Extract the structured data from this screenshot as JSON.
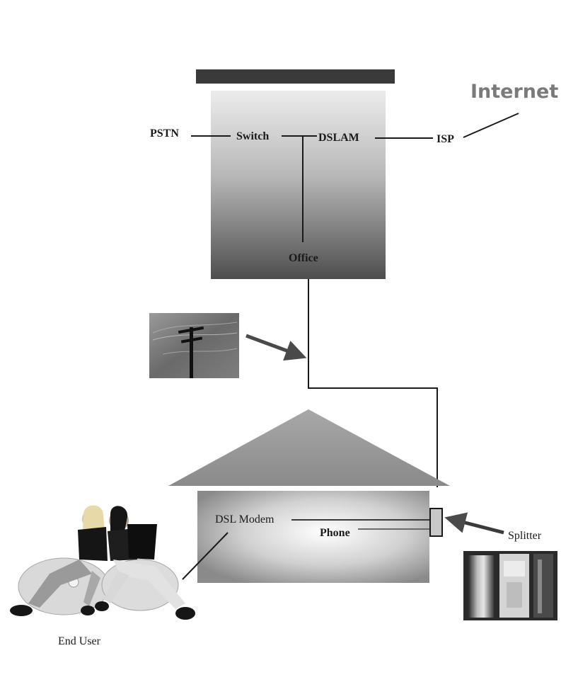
{
  "diagram": {
    "internet_label": "Internet",
    "pstn_label": "PSTN",
    "switch_label": "Switch",
    "dslam_label": "DSLAM",
    "isp_label": "ISP",
    "office_label": "Office",
    "dsl_modem_label": "DSL Modem",
    "phone_label": "Phone",
    "splitter_label": "Splitter",
    "end_user_label": "End User"
  },
  "colors": {
    "roof_bar": "#3a3a3a",
    "office_gradient_top": "#ececec",
    "office_gradient_bottom": "#505050",
    "house_roof": "#8c8c8c",
    "line": "#1a1a1a"
  }
}
